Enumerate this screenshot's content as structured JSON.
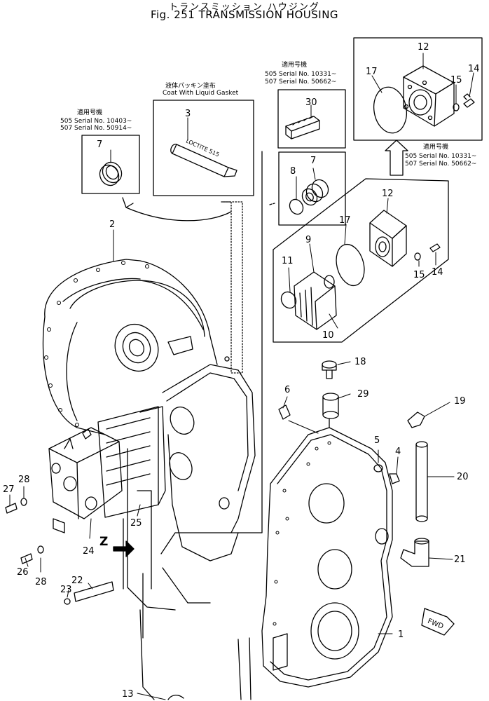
{
  "title": {
    "jp": "トランスミッション ハウジング",
    "en": "Fig. 251 TRANSMISSION HOUSING"
  },
  "notes": {
    "gasket_jp": "液体パッキン塗布",
    "gasket_en": "Coat With Liquid Gasket",
    "tube_brand": "LOCTITE 515",
    "applicable_jp": "適用号機",
    "serial_a_505": "505 Serial No. 10403~",
    "serial_a_507": "507 Serial No. 50914~",
    "serial_b_505": "505 Serial No. 10331~",
    "serial_b_507": "507 Serial No. 50662~",
    "serial_c_505": "505 Serial No. 10331~",
    "serial_c_507": "507 Serial No. 50662~",
    "view_z": "Z",
    "fwd": "FWD"
  },
  "callouts": {
    "c1": "1",
    "c2": "2",
    "c3": "3",
    "c4": "4",
    "c5": "5",
    "c6": "6",
    "c7a": "7",
    "c7b": "7",
    "c8": "8",
    "c9": "9",
    "c10": "10",
    "c11": "11",
    "c12a": "12",
    "c12b": "12",
    "c13": "13",
    "c14a": "14",
    "c14b": "14",
    "c15a": "15",
    "c15b": "15",
    "c17a": "17",
    "c17b": "17",
    "c18": "18",
    "c19": "19",
    "c20": "20",
    "c21": "21",
    "c22": "22",
    "c23": "23",
    "c24": "24",
    "c25": "25",
    "c26": "26",
    "c27": "27",
    "c28a": "28",
    "c28b": "28",
    "c29": "29",
    "c30": "30"
  }
}
